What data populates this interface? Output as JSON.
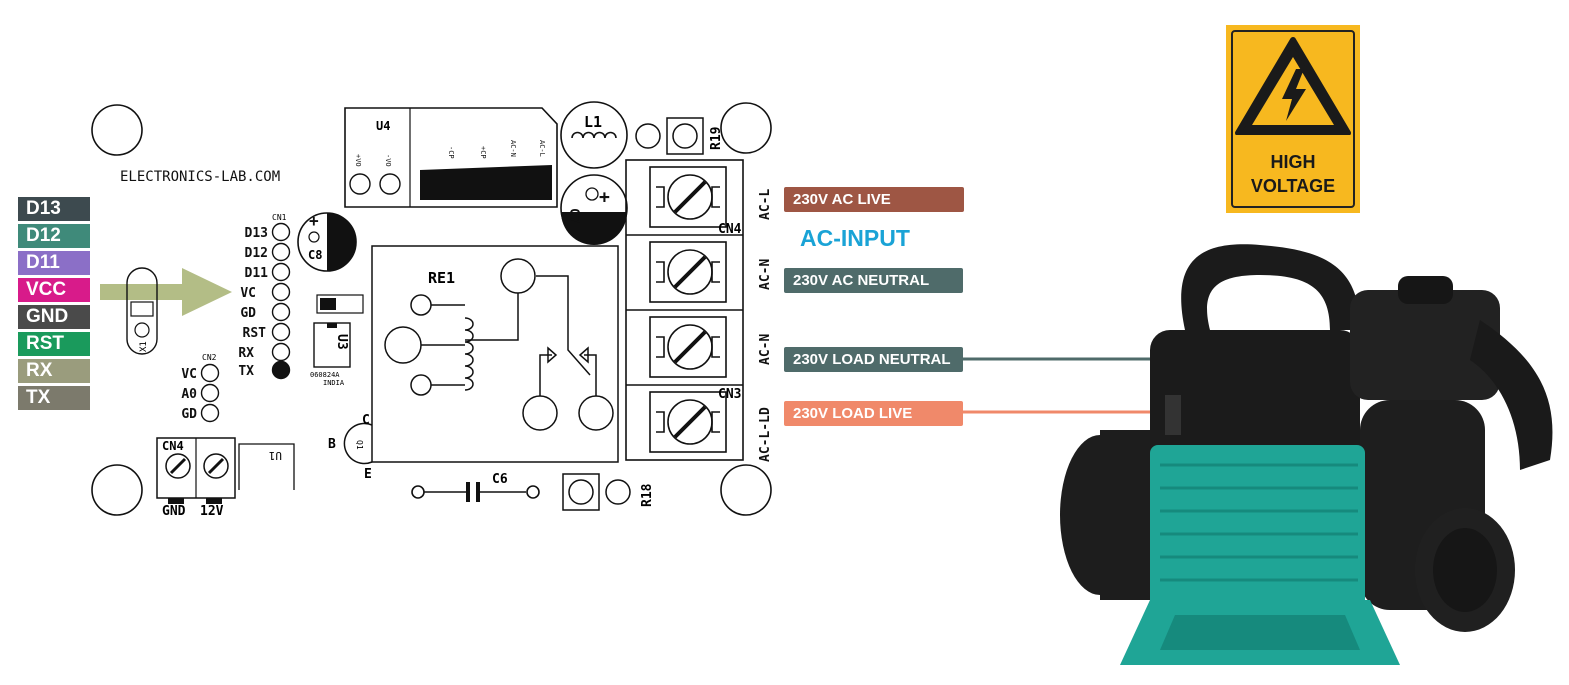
{
  "site_label": "ELECTRONICS-LAB.COM",
  "pin_tags": [
    {
      "label": "D13",
      "color": "#3d4a4f"
    },
    {
      "label": "D12",
      "color": "#3f8a7a"
    },
    {
      "label": "D11",
      "color": "#8b6fc7"
    },
    {
      "label": "VCC",
      "color": "#d81b8a"
    },
    {
      "label": "GND",
      "color": "#4a4a4a"
    },
    {
      "label": "RST",
      "color": "#1a9a5c"
    },
    {
      "label": "RX",
      "color": "#9a9c7d"
    },
    {
      "label": "TX",
      "color": "#7c7a6c"
    }
  ],
  "arrow_color": "#b3bd86",
  "pcb": {
    "cn1": {
      "ref": "CN1",
      "pins": [
        "D13",
        "D12",
        "D11",
        "VC",
        "GD",
        "RST",
        "RX",
        "TX"
      ]
    },
    "cn2": {
      "ref": "CN2",
      "pins": [
        "VC",
        "A0",
        "GD"
      ]
    },
    "cn4_small": {
      "ref": "CN4",
      "labels": [
        "GND",
        "12V"
      ]
    },
    "u1": "U1",
    "u3": {
      "ref": "U3",
      "sub": "060824A",
      "country": "INDIA"
    },
    "x1": "X1",
    "c8": "C8",
    "u4": {
      "ref": "U4",
      "pins": [
        "+VO",
        "-VO",
        "-CP",
        "+CP",
        "AC-N",
        "AC-L"
      ]
    },
    "l1": "L1",
    "r19": "R19",
    "c7": "C7",
    "re1": "RE1",
    "q1": {
      "ref": "Q1",
      "c": "C",
      "b": "B",
      "e": "E"
    },
    "c6": "C6",
    "r18": "R18",
    "cn4": "CN4",
    "cn3": "CN3",
    "terminals": [
      "AC-L",
      "AC-N",
      "AC-N",
      "AC-L-LD"
    ]
  },
  "ac_input_title": "AC-INPUT",
  "wire_tags": [
    {
      "label": "230V AC LIVE",
      "color": "#9e5644"
    },
    {
      "label": "230V AC NEUTRAL",
      "color": "#4f6b6a"
    },
    {
      "label": "230V LOAD NEUTRAL",
      "color": "#4f6b6a"
    },
    {
      "label": "230V LOAD LIVE",
      "color": "#f0896a"
    }
  ],
  "warning_sign": {
    "line1": "HIGH",
    "line2": "VOLTAGE",
    "color": "#f7b81f"
  },
  "pump_colors": {
    "body": "#1b1b1b",
    "fins": "#1fa596"
  }
}
